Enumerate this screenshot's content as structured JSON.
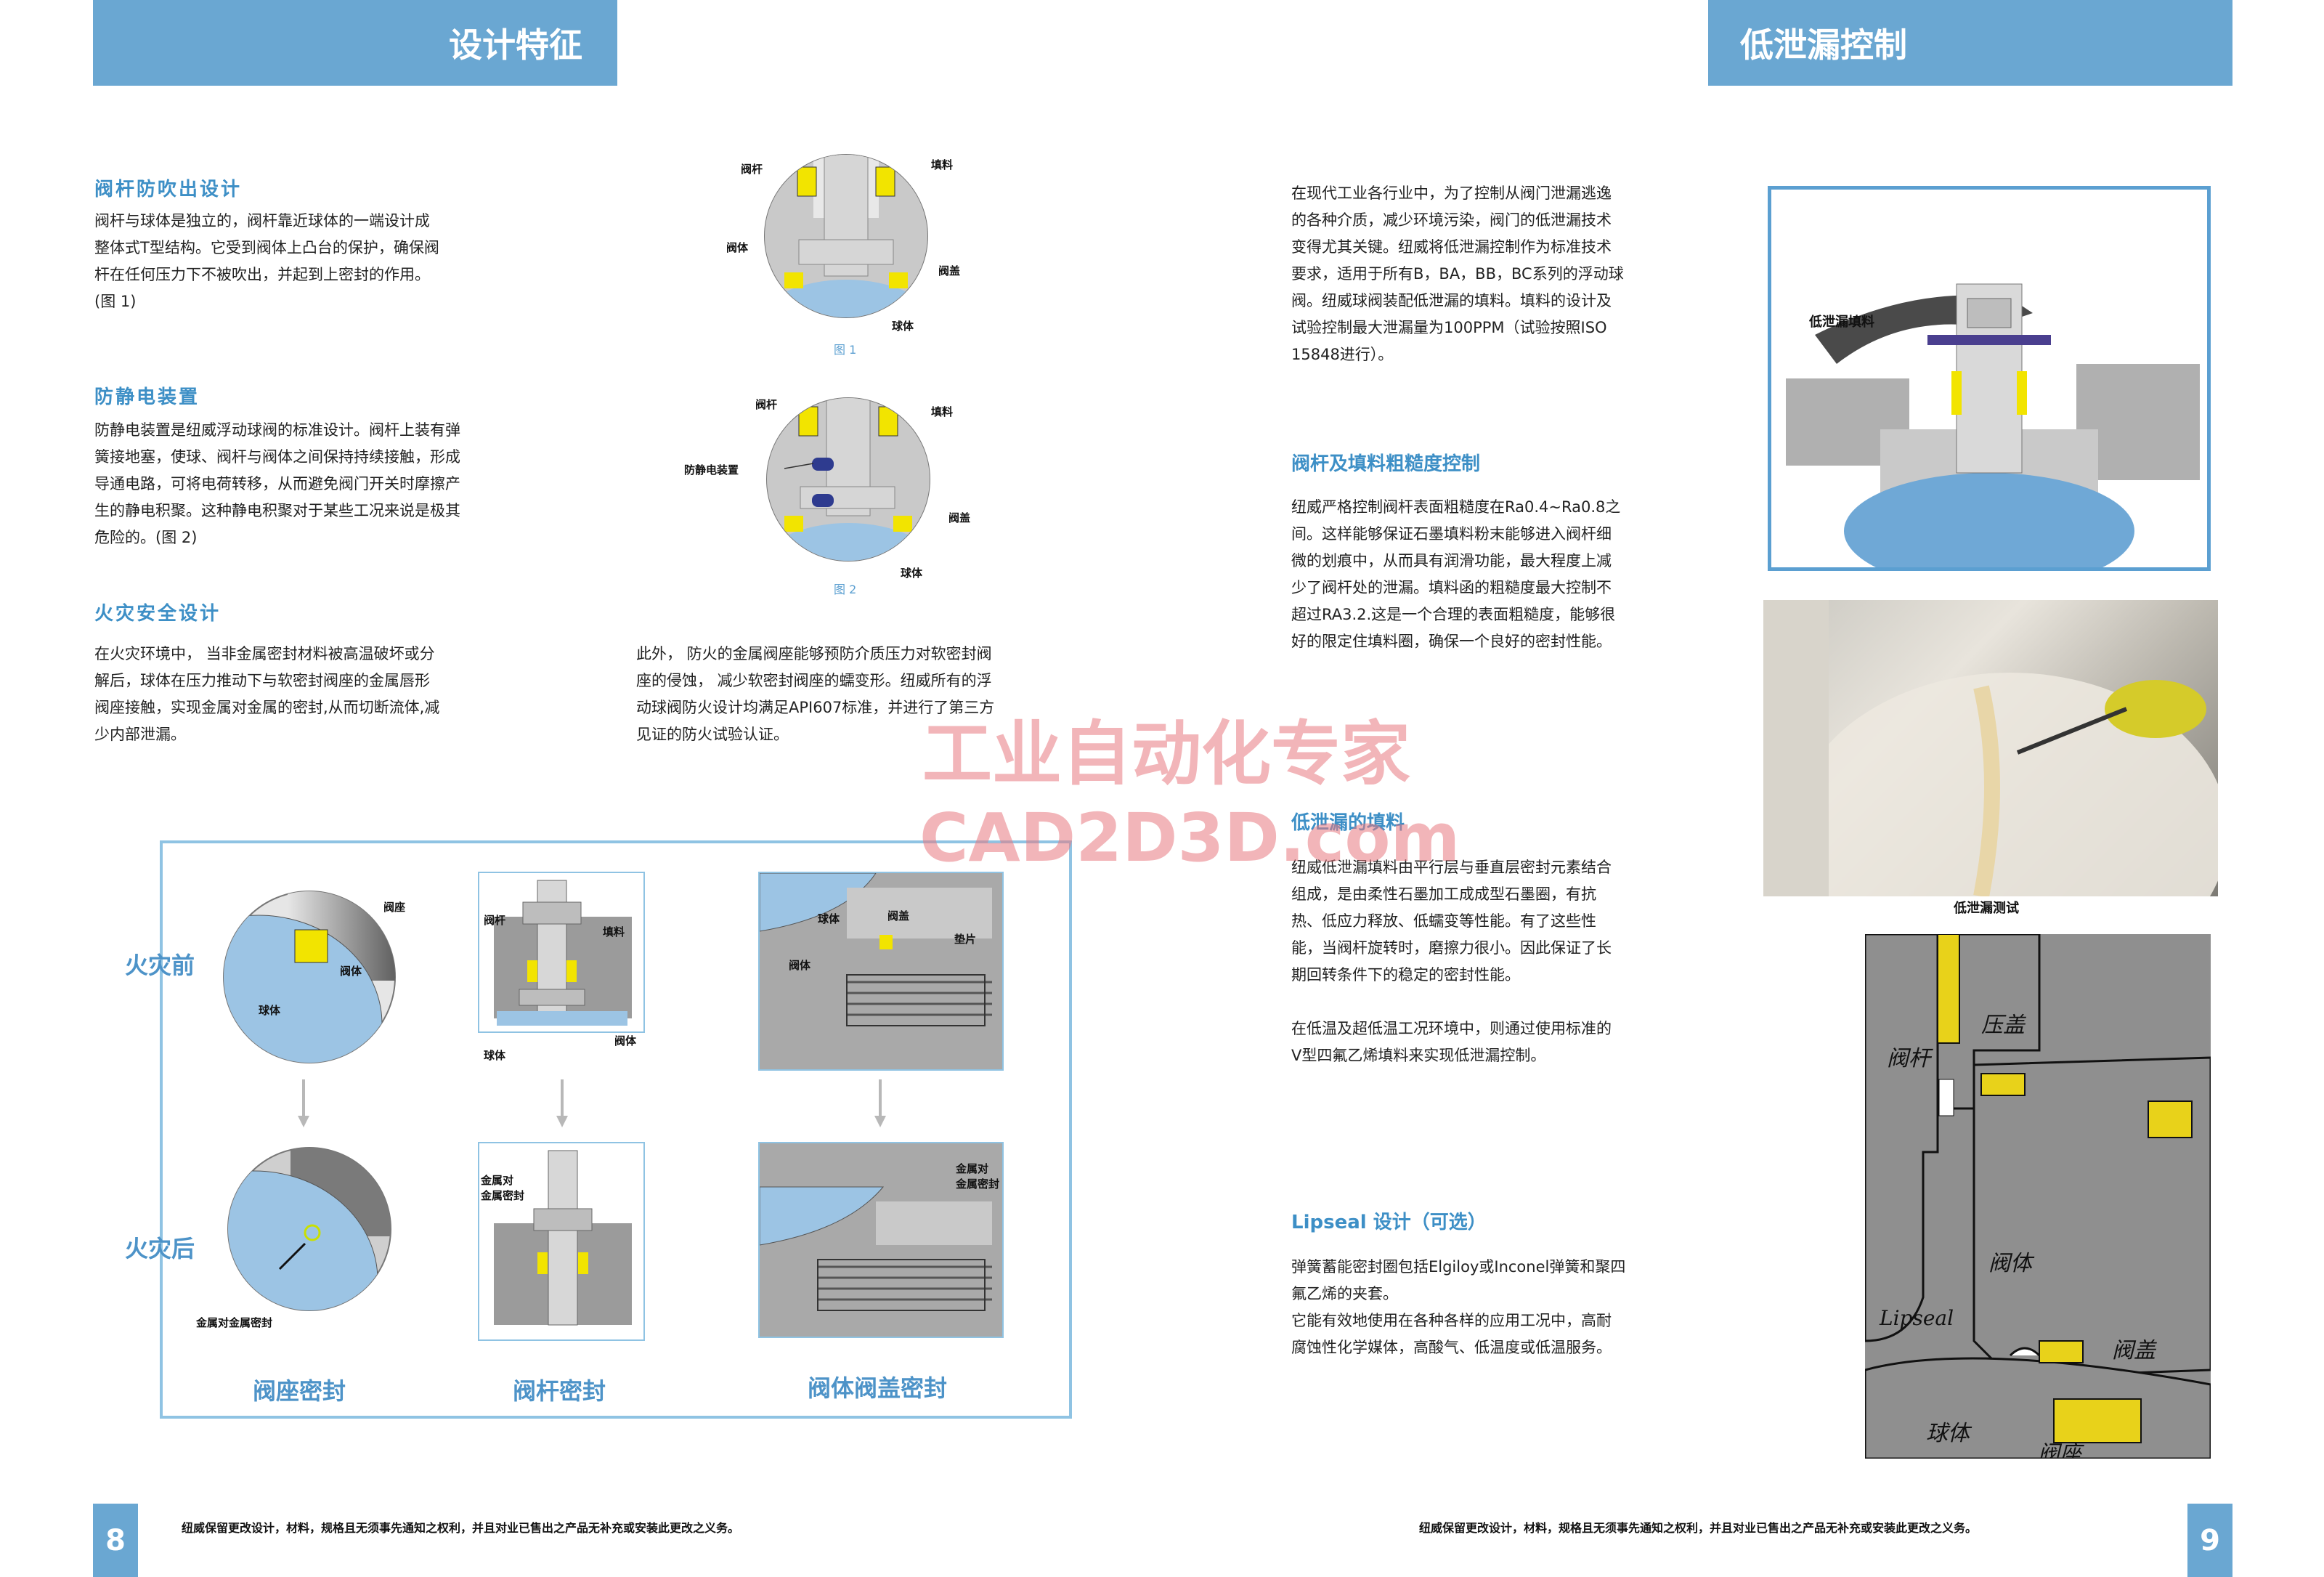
{
  "left_page": {
    "banner": "设计特征",
    "sections": [
      {
        "title": "阀杆防吹出设计",
        "body": "阀杆与球体是独立的，阀杆靠近球体的一端设计成\n整体式T型结构。它受到阀体上凸台的保护，确保阀\n杆在任何压力下不被吹出，并起到上密封的作用。\n(图 1)"
      },
      {
        "title": "防静电装置",
        "body": "防静电装置是纽威浮动球阀的标准设计。阀杆上装有弹\n簧接地塞，使球、阀杆与阀体之间保持持续接触，形成\n导通电路，可将电荷转移，从而避免阀门开关时摩擦产\n生的静电积聚。这种静电积聚对于某些工况来说是极其\n危险的。(图 2)"
      },
      {
        "title": "火灾安全设计",
        "body": "在火灾环境中， 当非金属密封材料被高温破坏或分\n解后，球体在压力推动下与软密封阀座的金属唇形\n阀座接触，实现金属对金属的密封,从而切断流体,减\n少内部泄漏。"
      }
    ],
    "fire_body_right": "此外， 防火的金属阀座能够预防介质压力对软密封阀\n座的侵蚀， 减少软密封阀座的蠕变形。纽威所有的浮\n动球阀防火设计均满足API607标准，并进行了第三方\n见证的防火试验认证。",
    "fig1": {
      "labels": [
        "阀杆",
        "填料",
        "阀体",
        "阀盖",
        "球体"
      ],
      "caption": "图 1"
    },
    "fig2": {
      "labels": [
        "阀杆",
        "填料",
        "防静电装置",
        "阀盖",
        "球体"
      ],
      "caption": "图 2"
    },
    "fire_diagram": {
      "row_before": "火灾前",
      "row_after": "火灾后",
      "seat_before": [
        "阀座",
        "阀体",
        "球体"
      ],
      "seat_after": [
        "金属对金属密封"
      ],
      "stem_before": [
        "阀杆",
        "填料",
        "球体",
        "阀体"
      ],
      "stem_after": [
        "金属对\n金属密封"
      ],
      "body_before": [
        "球体",
        "阀盖",
        "垫片",
        "阀体"
      ],
      "body_after": [
        "金属对\n金属密封"
      ],
      "col_seat": "阀座密封",
      "col_stem": "阀杆密封",
      "col_body": "阀体阀盖密封"
    },
    "page_number": "8",
    "footer": "纽威保留更改设计，材料，规格且无须事先通知之权利，并且对业已售出之产品无补充或安装此更改之义务。"
  },
  "right_page": {
    "banner": "低泄漏控制",
    "intro": "在现代工业各行业中，为了控制从阀门泄漏逃逸\n的各种介质，减少环境污染，阀门的低泄漏技术\n变得尤其关键。纽威将低泄漏控制作为标准技术\n要求，适用于所有B，BA，BB，BC系列的浮动球\n阀。纽威球阀装配低泄漏的填料。填料的设计及\n试验控制最大泄漏量为100PPM（试验按照ISO\n15848进行）。",
    "sections": [
      {
        "title": "阀杆及填料粗糙度控制",
        "body": "纽威严格控制阀杆表面粗糙度在Ra0.4~Ra0.8之\n间。这样能够保证石墨填料粉末能够进入阀杆细\n微的划痕中，从而具有润滑功能，最大程度上减\n少了阀杆处的泄漏。填料函的粗糙度最大控制不\n超过RA3.2.这是一个合理的表面粗糙度，能够很\n好的限定住填料圈，确保一个良好的密封性能。"
      },
      {
        "title": "低泄漏的填料",
        "body": "纽威低泄漏填料由平行层与垂直层密封元素结合\n组成，是由柔性石墨加工成成型石墨圈，有抗\n热、低应力释放、低蠕变等性能。有了这些性\n能，当阀杆旋转时，磨擦力很小。因此保证了长\n期回转条件下的稳定的密封性能。\n\n在低温及超低温工况环境中，则通过使用标准的\nV型四氟乙烯填料来实现低泄漏控制。"
      },
      {
        "title": "Lipseal 设计（可选）",
        "body": "弹簧蓄能密封圈包括Elgiloy或Inconel弹簧和聚四\n氟乙烯的夹套。\n它能有效地使用在各种各样的应用工况中，高耐\n腐蚀性化学媒体，高酸气、低温度或低温服务。"
      }
    ],
    "valve_label": "低泄漏填料",
    "photo_caption": "低泄漏测试",
    "lipseal_labels": [
      "压盖",
      "阀杆",
      "阀体",
      "Lipseal",
      "阀盖",
      "球体",
      "阀座"
    ],
    "page_number": "9",
    "footer": "纽威保留更改设计，材料，规格且无须事先通知之权利，并且对业已售出之产品无补充或安装此更改之义务。"
  },
  "watermark": {
    "line1": "工业自动化专家",
    "line2": "CAD2D3D.com"
  },
  "colors": {
    "banner": "#6aa7d2",
    "title": "#3d8fc6",
    "ball": "#9cc4e4",
    "seal": "#f2e400",
    "frame": "#8fc3e3"
  }
}
